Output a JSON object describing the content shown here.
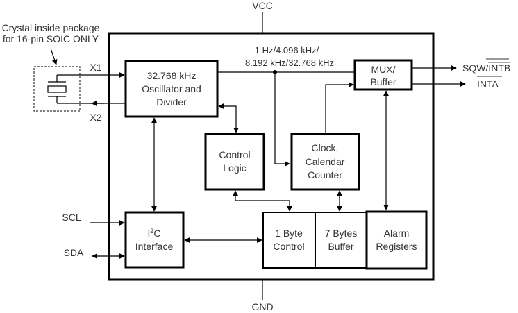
{
  "diagram": {
    "power": {
      "vcc": "VCC",
      "gnd": "GND"
    },
    "crystal_note": {
      "line1": "Crystal inside package",
      "line2": "for 16-pin SOIC ONLY"
    },
    "pins": {
      "x1": "X1",
      "x2": "X2",
      "scl": "SCL",
      "sda": "SDA",
      "sqw_prefix": "SQW/",
      "sqw_bar": "INTB",
      "inta_bar": "INTA"
    },
    "freq_label": {
      "line1": "1 Hz/4.096 kHz/",
      "line2": "8.192 kHz/32.768 kHz"
    },
    "blocks": {
      "oscillator": [
        "32.768 kHz",
        "Oscillator and",
        "Divider"
      ],
      "mux": [
        "MUX/",
        "Buffer"
      ],
      "control_logic": [
        "Control",
        "Logic"
      ],
      "clock": [
        "Clock,",
        "Calendar",
        "Counter"
      ],
      "i2c": [
        "I",
        "2",
        "C",
        "Interface"
      ],
      "byte_control": [
        "1 Byte",
        "Control"
      ],
      "bytes_buffer": [
        "7 Bytes",
        "Buffer"
      ],
      "alarm": [
        "Alarm",
        "Registers"
      ]
    }
  }
}
